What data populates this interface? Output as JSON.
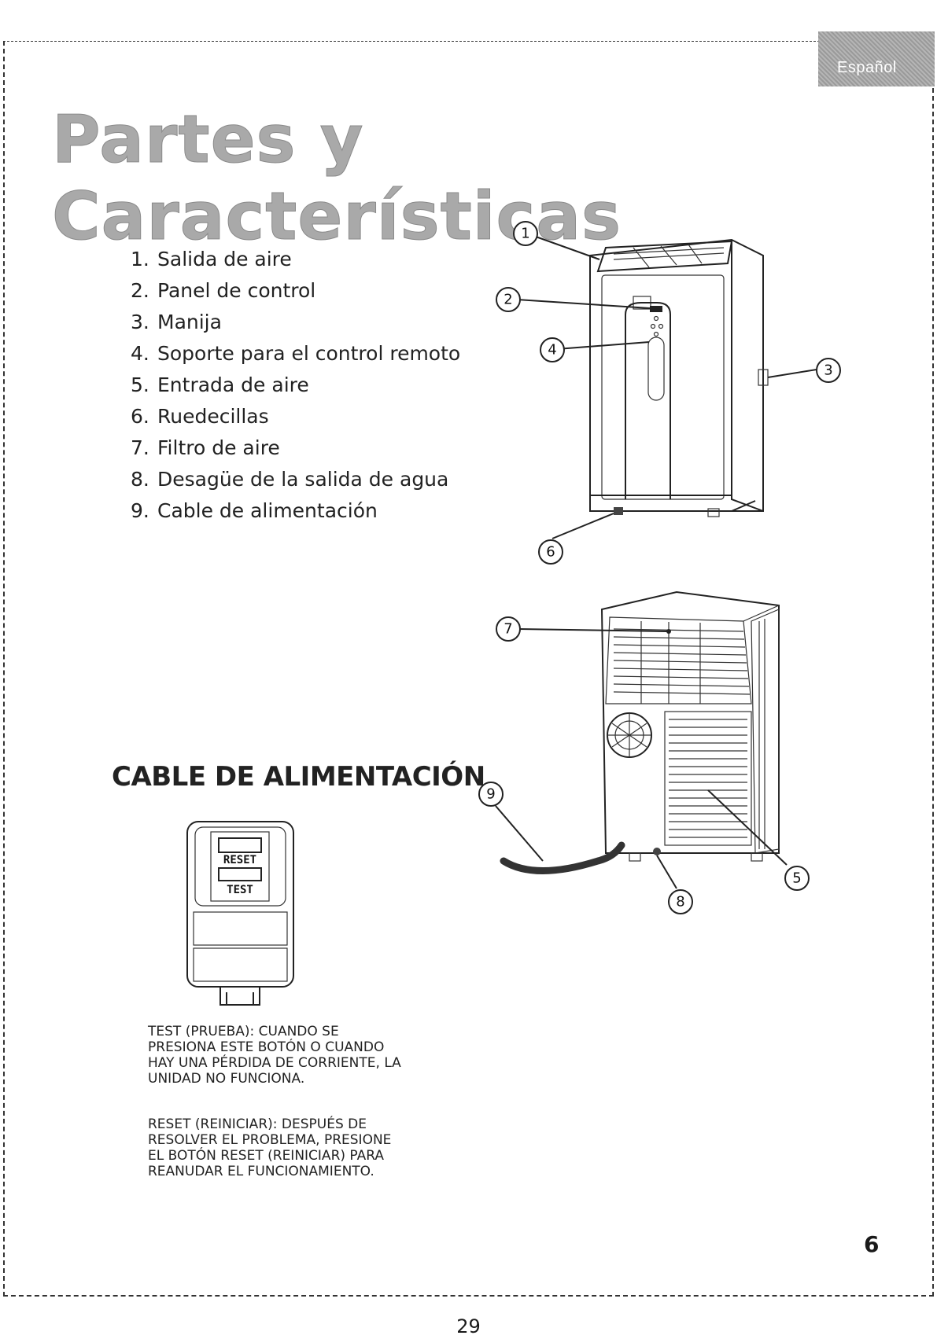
{
  "header": {
    "language_tab": "Español"
  },
  "title": "Partes y Características",
  "parts": [
    {
      "num": "1.",
      "label": "Salida de aire"
    },
    {
      "num": "2.",
      "label": "Panel de control"
    },
    {
      "num": "3.",
      "label": "Manija"
    },
    {
      "num": "4.",
      "label": "Soporte para el control remoto"
    },
    {
      "num": "5.",
      "label": "Entrada de aire"
    },
    {
      "num": "6.",
      "label": "Ruedecillas"
    },
    {
      "num": "7.",
      "label": "Filtro de aire"
    },
    {
      "num": "8.",
      "label": "Desagüe de la salida de agua"
    },
    {
      "num": "9.",
      "label": "Cable de alimentación"
    }
  ],
  "front_callouts": [
    "1",
    "2",
    "3",
    "4",
    "6"
  ],
  "rear_callouts": [
    "7",
    "9",
    "8",
    "5"
  ],
  "cord_section": {
    "heading": "CABLE DE ALIMENTACIÓN",
    "plug_reset_label": "RESET",
    "plug_test_label": "TEST",
    "test_note": "TEST (PRUEBA): CUANDO SE PRESIONA ESTE BOTÓN O CUANDO HAY UNA PÉRDIDA DE CORRIENTE, LA UNIDAD NO FUNCIONA.",
    "reset_note": "RESET (REINICIAR): DESPUÉS DE RESOLVER EL PROBLEMA, PRESIONE EL BOTÓN RESET (REINICIAR) PARA REANUDAR EL FUNCIONAMIENTO."
  },
  "footer": {
    "chapter_number": "6",
    "page_number": "29"
  }
}
